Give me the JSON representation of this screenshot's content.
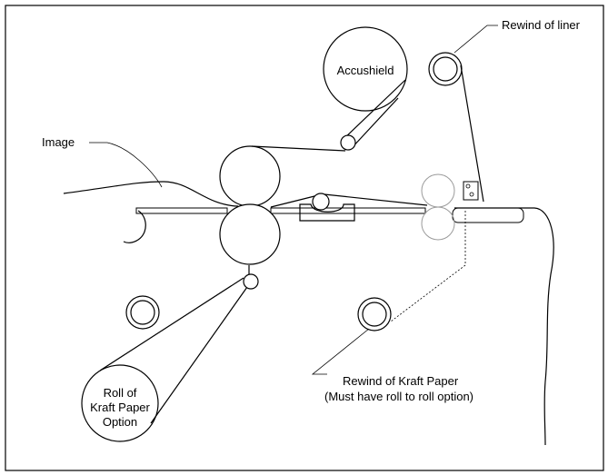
{
  "labels": {
    "rewind_liner": "Rewind of liner",
    "accushield": "Accushield",
    "image": "Image",
    "rewind_kraft": "Rewind of Kraft Paper",
    "rewind_kraft_note": "(Must have roll to roll option)",
    "roll_kraft_line1": "Roll of",
    "roll_kraft_line2": "Kraft Paper",
    "roll_kraft_line3": "Option"
  }
}
